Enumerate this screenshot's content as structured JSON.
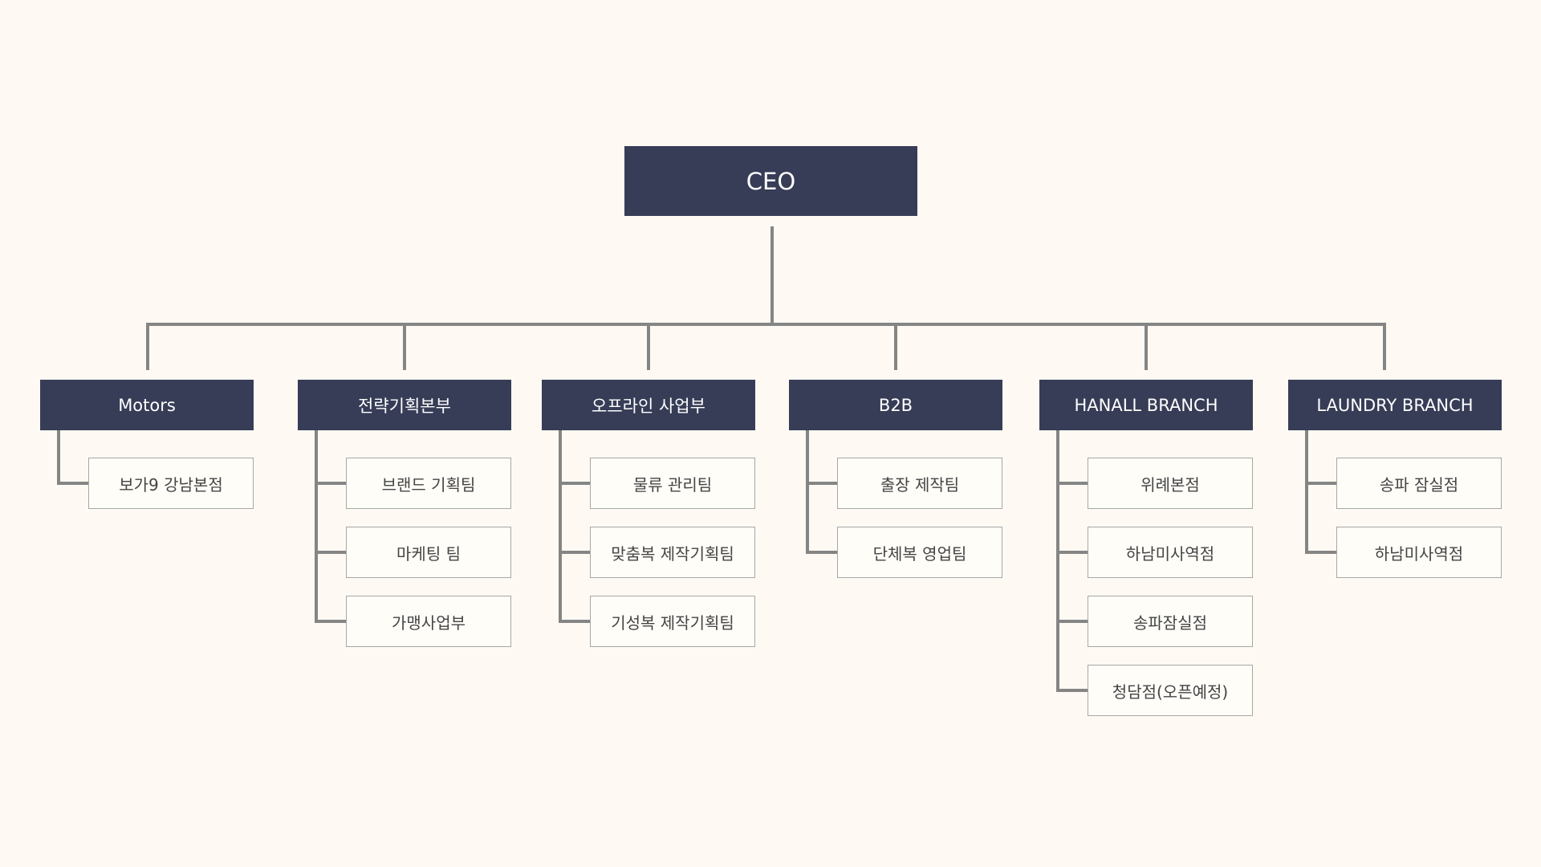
{
  "colors": {
    "background": "#fefaf3",
    "header_box": "#373d57",
    "header_text": "#ffffff",
    "team_box": "#fffdf8",
    "team_border": "#a7a7a7",
    "team_text": "#444444",
    "connector": "#858585"
  },
  "root": {
    "label": "CEO"
  },
  "departments": [
    {
      "label": "Motors",
      "teams": [
        "보가9 강남본점"
      ]
    },
    {
      "label": "전략기획본부",
      "teams": [
        "브랜드 기획팀",
        "마케팅 팀",
        "가맹사업부"
      ]
    },
    {
      "label": "오프라인 사업부",
      "teams": [
        "물류 관리팀",
        "맞춤복 제작기획팀",
        "기성복 제작기획팀"
      ]
    },
    {
      "label": "B2B",
      "teams": [
        "출장 제작팀",
        "단체복 영업팀"
      ]
    },
    {
      "label": "HANALL BRANCH",
      "teams": [
        "위례본점",
        "하남미사역점",
        "송파잠실점",
        "청담점(오픈예정)"
      ]
    },
    {
      "label": "LAUNDRY BRANCH",
      "teams": [
        "송파 잠실점",
        "하남미사역점"
      ]
    }
  ]
}
